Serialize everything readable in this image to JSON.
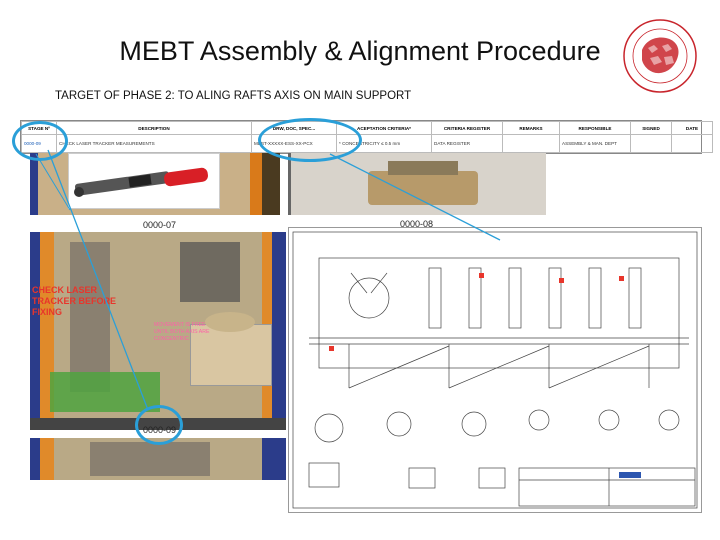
{
  "slide": {
    "title": "MEBT Assembly & Alignment Procedure",
    "subtitle": "TARGET OF PHASE 2: TO ALING RAFTS AXIS ON MAIN SUPPORT"
  },
  "table": {
    "headers": [
      "STAGE Nº",
      "DESCRIPTION",
      "DRW, DOC, SPEC...",
      "ACEPTATION CRITERIA*",
      "CRITERIA REGISTER",
      "REMARKS",
      "RESPONSIBLE",
      "SIGNED",
      "DATE"
    ],
    "row": [
      "0000-09",
      "CHECK LASER TRACKER MEASUREMENTS",
      "MEBT-XXXXX-ESS-XX-PCX",
      "* CONCENTRICITY ≤ 0.5 mm",
      "DATA REGISTER",
      "",
      "ASSEMBLY & MAN. DEPT",
      "",
      ""
    ]
  },
  "labels": {
    "a": "0000-07",
    "b": "0000-08",
    "c": "0000-09"
  },
  "notes": {
    "laser": "CHECK LASER TRACKER BEFORE FIXING",
    "pink": "MOVEMENT IS FREE UNTIL BOTH AXIS ARE CONCENTRIC"
  },
  "colors": {
    "accent": "#2a9fd8",
    "note_red": "#e8352b",
    "note_pink": "#ff5fa8",
    "logo": "#c8252c"
  }
}
